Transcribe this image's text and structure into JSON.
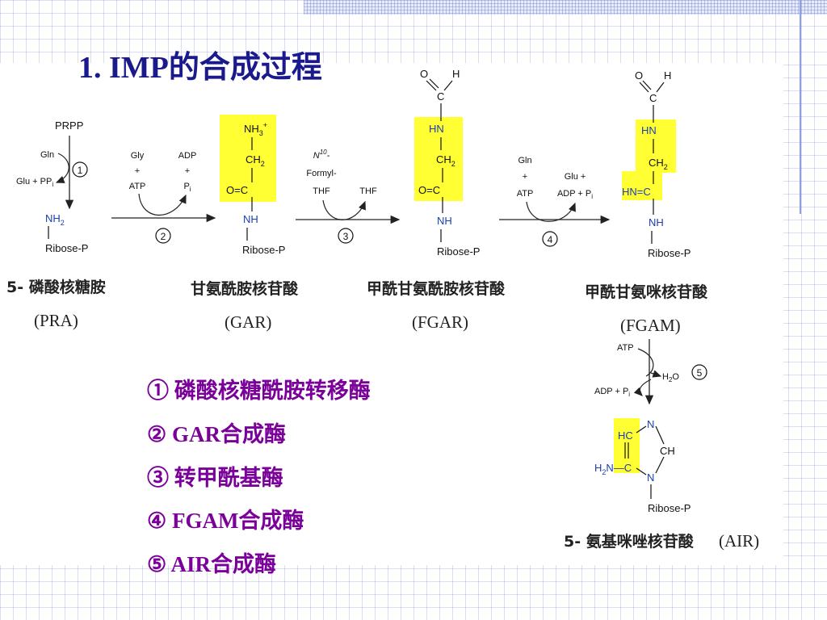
{
  "slide": {
    "title": "1. IMP的合成过程",
    "accent_color": "#1a1a8c",
    "enzyme_color": "#7a0099",
    "highlight_color": "#ffff33"
  },
  "compounds": [
    {
      "cn": "5- 磷酸核糖胺",
      "abbr": "(PRA)"
    },
    {
      "cn": "甘氨酰胺核苷酸",
      "abbr": "(GAR)"
    },
    {
      "cn": "甲酰甘氨酰胺核苷酸",
      "abbr": "(FGAR)"
    },
    {
      "cn": "甲酰甘氨咪核苷酸",
      "abbr": "(FGAM)"
    },
    {
      "cn": "5- 氨基咪唑核苷酸",
      "abbr": "(AIR)"
    }
  ],
  "structures": {
    "prpp": "PRPP",
    "nh2": "NH",
    "nh2_sub": "2",
    "ribose": "Ribose-P",
    "nh3": "NH",
    "nh3_sub": "3",
    "nh3_sup": "+",
    "ch2": "CH",
    "ch2_sub": "2",
    "o_eq_c": "O=C",
    "nh": "NH",
    "hn": "HN",
    "hn_eq_c": "HN=C",
    "o": "O",
    "h": "H",
    "c": "C",
    "hc": "HC",
    "n": "N",
    "ch": "CH",
    "h2n": "H",
    "h2n_sub": "2",
    "h2n_rest": "N—C"
  },
  "steps": {
    "s1": {
      "num": "1",
      "in": "Gln",
      "out": "Glu + PP",
      "out_sub": "i"
    },
    "s2": {
      "num": "2",
      "in1": "Gly",
      "in2": "+",
      "in3": "ATP",
      "out1": "ADP",
      "out2": "+",
      "out3": "P",
      "out3_sub": "i"
    },
    "s3": {
      "num": "3",
      "in1": "N",
      "in1_sup": "10",
      "in1_rest": "-",
      "in2": "Formyl-",
      "in3": "THF",
      "out": "THF"
    },
    "s4": {
      "num": "4",
      "in1": "Gln",
      "in2": "+",
      "in3": "ATP",
      "out1": "Glu +",
      "out2": "ADP + P",
      "out2_sub": "i"
    },
    "s5": {
      "num": "5",
      "in": "ATP",
      "out1": "ADP + P",
      "out1_sub": "i",
      "out2": "H",
      "out2_sub": "2",
      "out2_rest": "O"
    }
  },
  "enzymes": [
    "① 磷酸核糖酰胺转移酶",
    "② GAR合成酶",
    "③ 转甲酰基酶",
    "④ FGAM合成酶",
    "⑤ AIR合成酶"
  ]
}
